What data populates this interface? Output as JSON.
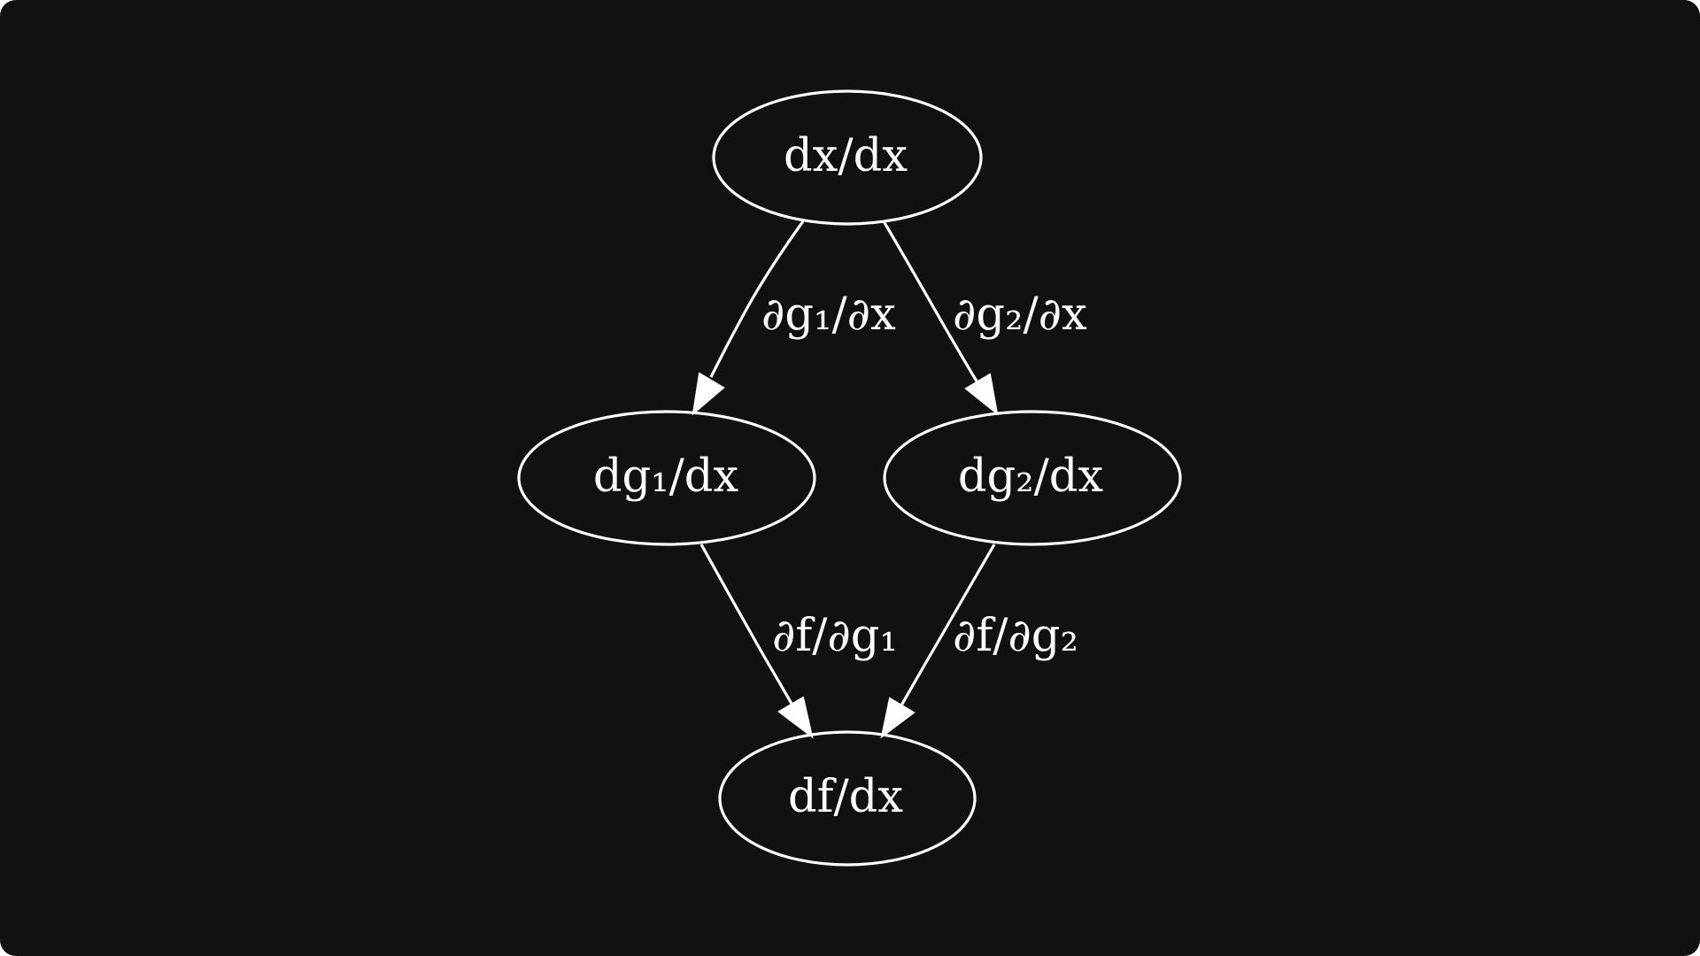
{
  "diagram": {
    "nodes": [
      {
        "id": "dxdx",
        "label": "dx/dx"
      },
      {
        "id": "dg1dx",
        "label": "dg₁/dx"
      },
      {
        "id": "dg2dx",
        "label": "dg₂/dx"
      },
      {
        "id": "dfdx",
        "label": "df/dx"
      }
    ],
    "edges": [
      {
        "from": "dxdx",
        "to": "dg1dx",
        "label": "∂g₁/∂x"
      },
      {
        "from": "dxdx",
        "to": "dg2dx",
        "label": "∂g₂/∂x"
      },
      {
        "from": "dg1dx",
        "to": "dfdx",
        "label": "∂f/∂g₁"
      },
      {
        "from": "dg2dx",
        "to": "dfdx",
        "label": "∂f/∂g₂"
      }
    ]
  },
  "colors": {
    "background": "#111111",
    "stroke": "#ffffff",
    "text": "#ffffff"
  }
}
